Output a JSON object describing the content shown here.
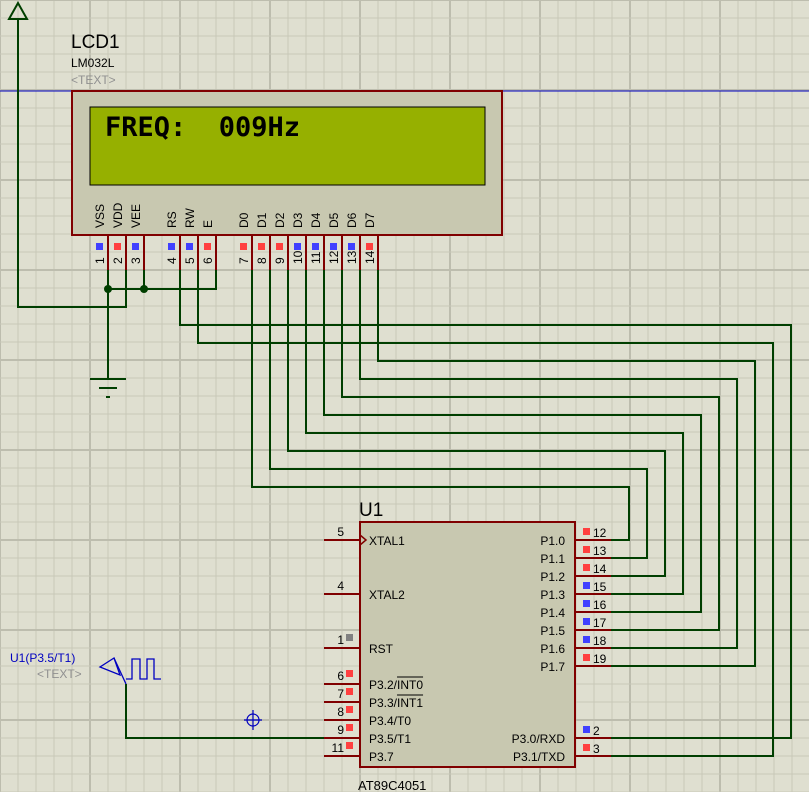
{
  "colors": {
    "background": "#dfdfd0",
    "grid_minor": "#c8c8b8",
    "grid_major": "#bdbdae",
    "wire": "#003f00",
    "component_border": "#800000",
    "component_fill": "#c8c8b0",
    "lcd_screen": "#96b000",
    "pin_high": "#ff4040",
    "pin_low": "#4040ff",
    "pin_float": "#808080",
    "probe_blue": "#0000c0",
    "text_placeholder": "#909090"
  },
  "lcd": {
    "ref": "LCD1",
    "part": "LM032L",
    "text_placeholder": "<TEXT>",
    "display_line1": "FREQ:  009Hz",
    "display_line2": "",
    "pins": [
      {
        "num": "1",
        "name": "VSS",
        "state": "low"
      },
      {
        "num": "2",
        "name": "VDD",
        "state": "high"
      },
      {
        "num": "3",
        "name": "VEE",
        "state": "low"
      },
      {
        "num": "4",
        "name": "RS",
        "state": "low"
      },
      {
        "num": "5",
        "name": "RW",
        "state": "low"
      },
      {
        "num": "6",
        "name": "E",
        "state": "high"
      },
      {
        "num": "7",
        "name": "D0",
        "state": "high"
      },
      {
        "num": "8",
        "name": "D1",
        "state": "high"
      },
      {
        "num": "9",
        "name": "D2",
        "state": "high"
      },
      {
        "num": "10",
        "name": "D3",
        "state": "low"
      },
      {
        "num": "11",
        "name": "D4",
        "state": "low"
      },
      {
        "num": "12",
        "name": "D5",
        "state": "low"
      },
      {
        "num": "13",
        "name": "D6",
        "state": "low"
      },
      {
        "num": "14",
        "name": "D7",
        "state": "high"
      }
    ]
  },
  "mcu": {
    "ref": "U1",
    "part": "AT89C4051",
    "left_pins": [
      {
        "num": "5",
        "name": "XTAL1",
        "state": "none",
        "clock": true
      },
      {
        "num": "4",
        "name": "XTAL2",
        "state": "none"
      },
      {
        "num": "1",
        "name": "RST",
        "state": "float"
      },
      {
        "num": "6",
        "name": "P3.2/INT0",
        "state": "high",
        "overbar": "INT0"
      },
      {
        "num": "7",
        "name": "P3.3/INT1",
        "state": "high",
        "overbar": "INT1"
      },
      {
        "num": "8",
        "name": "P3.4/T0",
        "state": "high"
      },
      {
        "num": "9",
        "name": "P3.5/T1",
        "state": "high"
      },
      {
        "num": "11",
        "name": "P3.7",
        "state": "high"
      }
    ],
    "right_pins": [
      {
        "num": "12",
        "name": "P1.0",
        "state": "high"
      },
      {
        "num": "13",
        "name": "P1.1",
        "state": "high"
      },
      {
        "num": "14",
        "name": "P1.2",
        "state": "high"
      },
      {
        "num": "15",
        "name": "P1.3",
        "state": "low"
      },
      {
        "num": "16",
        "name": "P1.4",
        "state": "low"
      },
      {
        "num": "17",
        "name": "P1.5",
        "state": "low"
      },
      {
        "num": "18",
        "name": "P1.6",
        "state": "low"
      },
      {
        "num": "19",
        "name": "P1.7",
        "state": "high"
      },
      {
        "num": "2",
        "name": "P3.0/RXD",
        "state": "low"
      },
      {
        "num": "3",
        "name": "P3.1/TXD",
        "state": "high"
      }
    ]
  },
  "generator": {
    "label": "U1(P3.5/T1)",
    "text_placeholder": "<TEXT>",
    "icon": "clock-source-icon"
  },
  "power": {
    "icon": "power-terminal-icon"
  },
  "ground": {
    "icon": "ground-icon"
  },
  "cursor": {
    "icon": "crosshair-cursor-icon"
  }
}
